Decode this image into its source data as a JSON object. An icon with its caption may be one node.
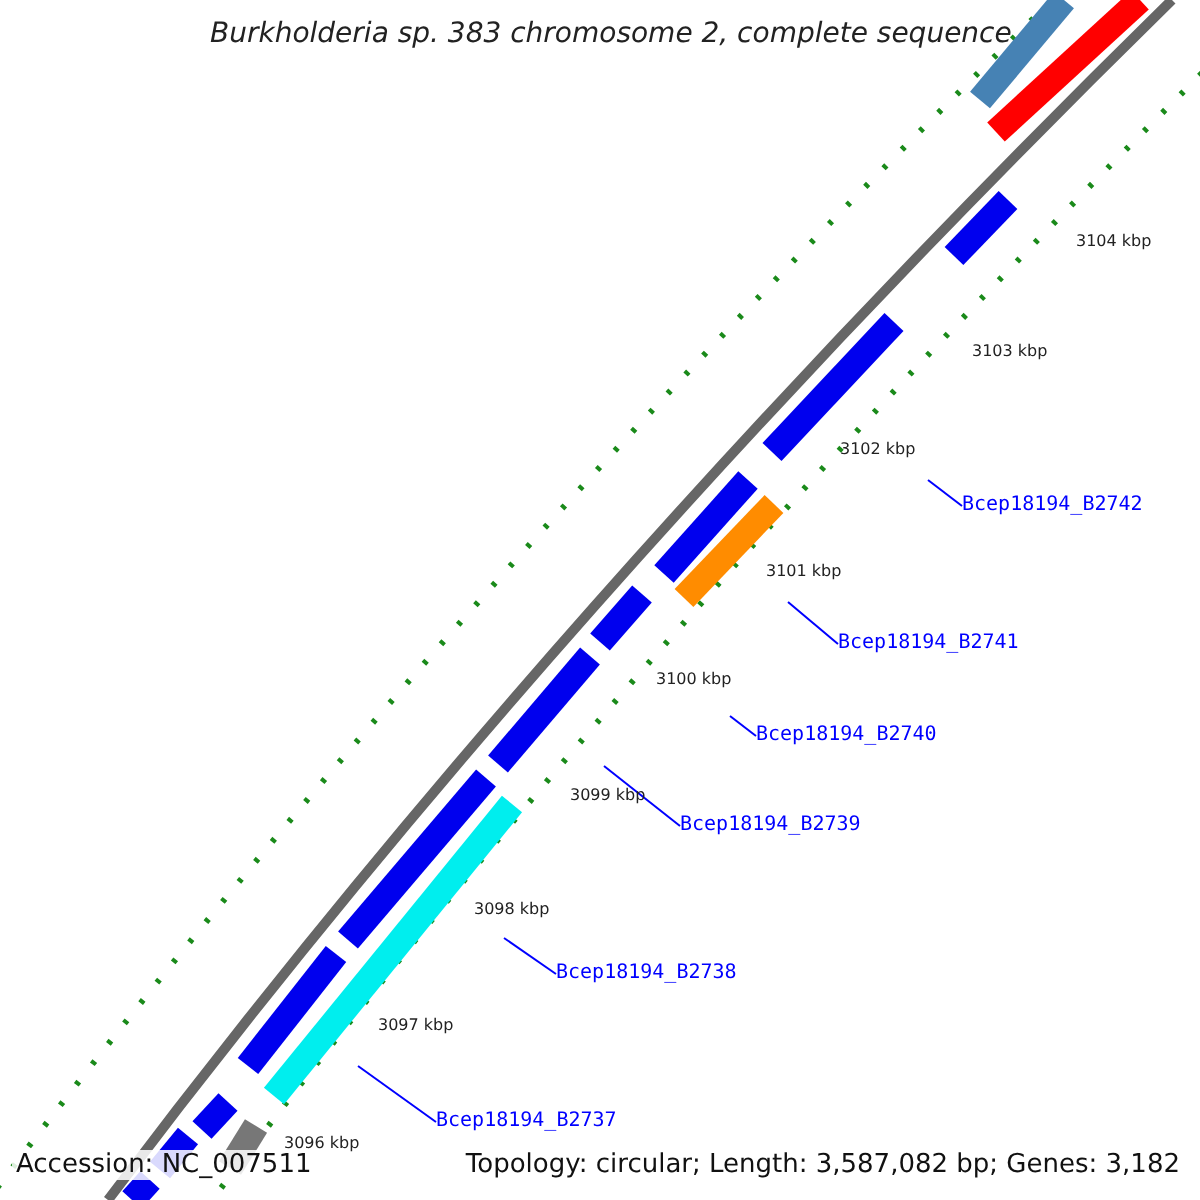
{
  "diagram": {
    "title": "Burkholderia sp. 383 chromosome 2, complete sequence",
    "nodes": [
      {
        "text": [
          "Bcep18194_B2742"
        ]
      },
      {
        "text": [
          "Bcep18194_B2741"
        ]
      },
      {
        "text": [
          "Bcep18194_B2740"
        ]
      },
      {
        "text": [
          "Bcep18194_B2739"
        ]
      },
      {
        "text": [
          "Bcep18194_B2738"
        ]
      },
      {
        "text": [
          "Bcep18194_B2737"
        ]
      }
    ],
    "edges": [
      {
        "from": 0,
        "to": null,
        "arrow": "none"
      },
      {
        "from": 1,
        "to": null,
        "arrow": "none"
      },
      {
        "from": 2,
        "to": null,
        "arrow": "none"
      },
      {
        "from": 3,
        "to": null,
        "arrow": "none"
      },
      {
        "from": 4,
        "to": null,
        "arrow": "none"
      },
      {
        "from": 5,
        "to": null,
        "arrow": "none"
      }
    ],
    "labels": [
      "3104 kbp",
      "3103 kbp",
      "3102 kbp",
      "3101 kbp",
      "3100 kbp",
      "3099 kbp",
      "3098 kbp",
      "3097 kbp",
      "3096 kbp",
      "Accession: NC_007511",
      "Topology: circular; Length: 3,587,082 bp; Genes: 3,182"
    ]
  }
}
